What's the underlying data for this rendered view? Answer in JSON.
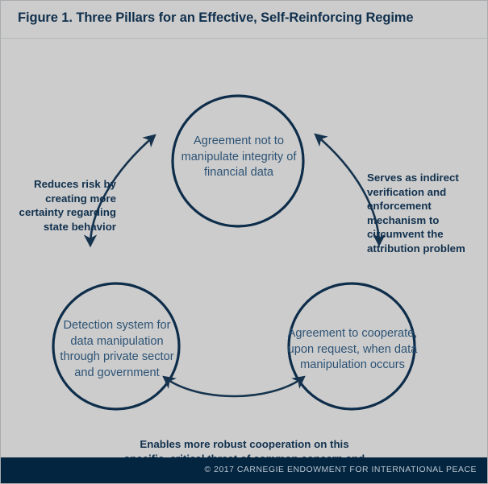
{
  "figure": {
    "title": "Figure 1. Three Pillars for an Effective, Self-Reinforcing Regime",
    "background_color": "#cccccc",
    "accent_color": "#0d2d4a",
    "node_text_color": "#2d5375"
  },
  "nodes": [
    {
      "id": "top",
      "name": "agreement-integrity",
      "text": "Agreement not to manipulate integrity of financial data"
    },
    {
      "id": "left",
      "name": "detection-system",
      "text": "Detection system for data manipulation through private sector and government"
    },
    {
      "id": "right",
      "name": "agreement-cooperate",
      "text": "Agreement to cooperate, upon request, when data manipulation occurs"
    }
  ],
  "edges": [
    {
      "id": "left",
      "name": "reduces-risk",
      "text": "Reduces risk by creating more certainty regarding state behavior",
      "arrow": "double"
    },
    {
      "id": "right",
      "name": "indirect-verification",
      "text": "Serves as indirect verification and enforcement mechanism to circumvent the attribution problem",
      "arrow": "double"
    },
    {
      "id": "bottom",
      "name": "robust-cooperation",
      "text": "Enables more robust cooperation on this specific, critical threat of common concern and interest",
      "arrow": "double"
    }
  ],
  "footer": {
    "copyright": "© 2017 CARNEGIE ENDOWMENT FOR INTERNATIONAL PEACE",
    "bar_color": "#04253f"
  }
}
